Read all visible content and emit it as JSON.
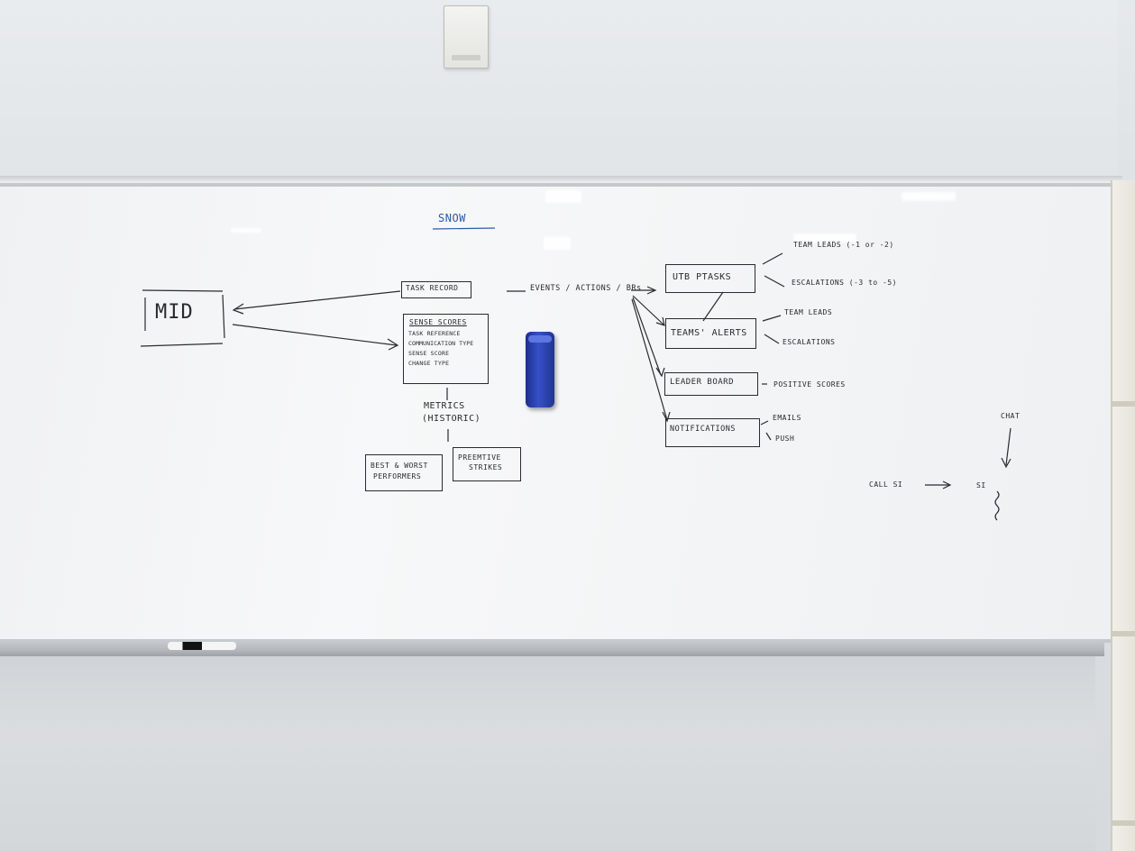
{
  "whiteboard": {
    "title": "SNOW",
    "mid": "MID",
    "task_record": "TASK RECORD",
    "sense_scores": {
      "heading": "SENSE SCORES",
      "lines": [
        "TASK REFERENCE",
        "COMMUNICATION TYPE",
        "SENSE SCORE",
        "CHANGE TYPE"
      ]
    },
    "metrics": [
      "METRICS",
      "(HISTORIC)"
    ],
    "best_worst": [
      "BEST & WORST",
      "PERFORMERS"
    ],
    "preemptive": [
      "PREEMTIVE",
      "STRIKES"
    ],
    "events": "EVENTS / ACTIONS / BRs",
    "utb_tasks": "UTB PTASKS",
    "team_leads_1": "TEAM LEADS (-1 or -2)",
    "escalations_1": "ESCALATIONS (-3 to -5)",
    "teams_alerts": "TEAMS' ALERTS",
    "team_leads_2": "TEAM LEADS",
    "escalations_2": "ESCALATIONS",
    "leader_board": "LEADER BOARD",
    "positive_scores": "POSITIVE SCORES",
    "notifications": "NOTIFICATIONS",
    "emails": "EMAILS",
    "push": "PUSH",
    "chat": "CHAT",
    "call_si": "CALL SI",
    "si": "SI"
  },
  "colors": {
    "ink": "#2a2a2e",
    "title_ink": "#2c5aa8",
    "eraser": "#3550c8",
    "board": "#f4f5f6"
  }
}
